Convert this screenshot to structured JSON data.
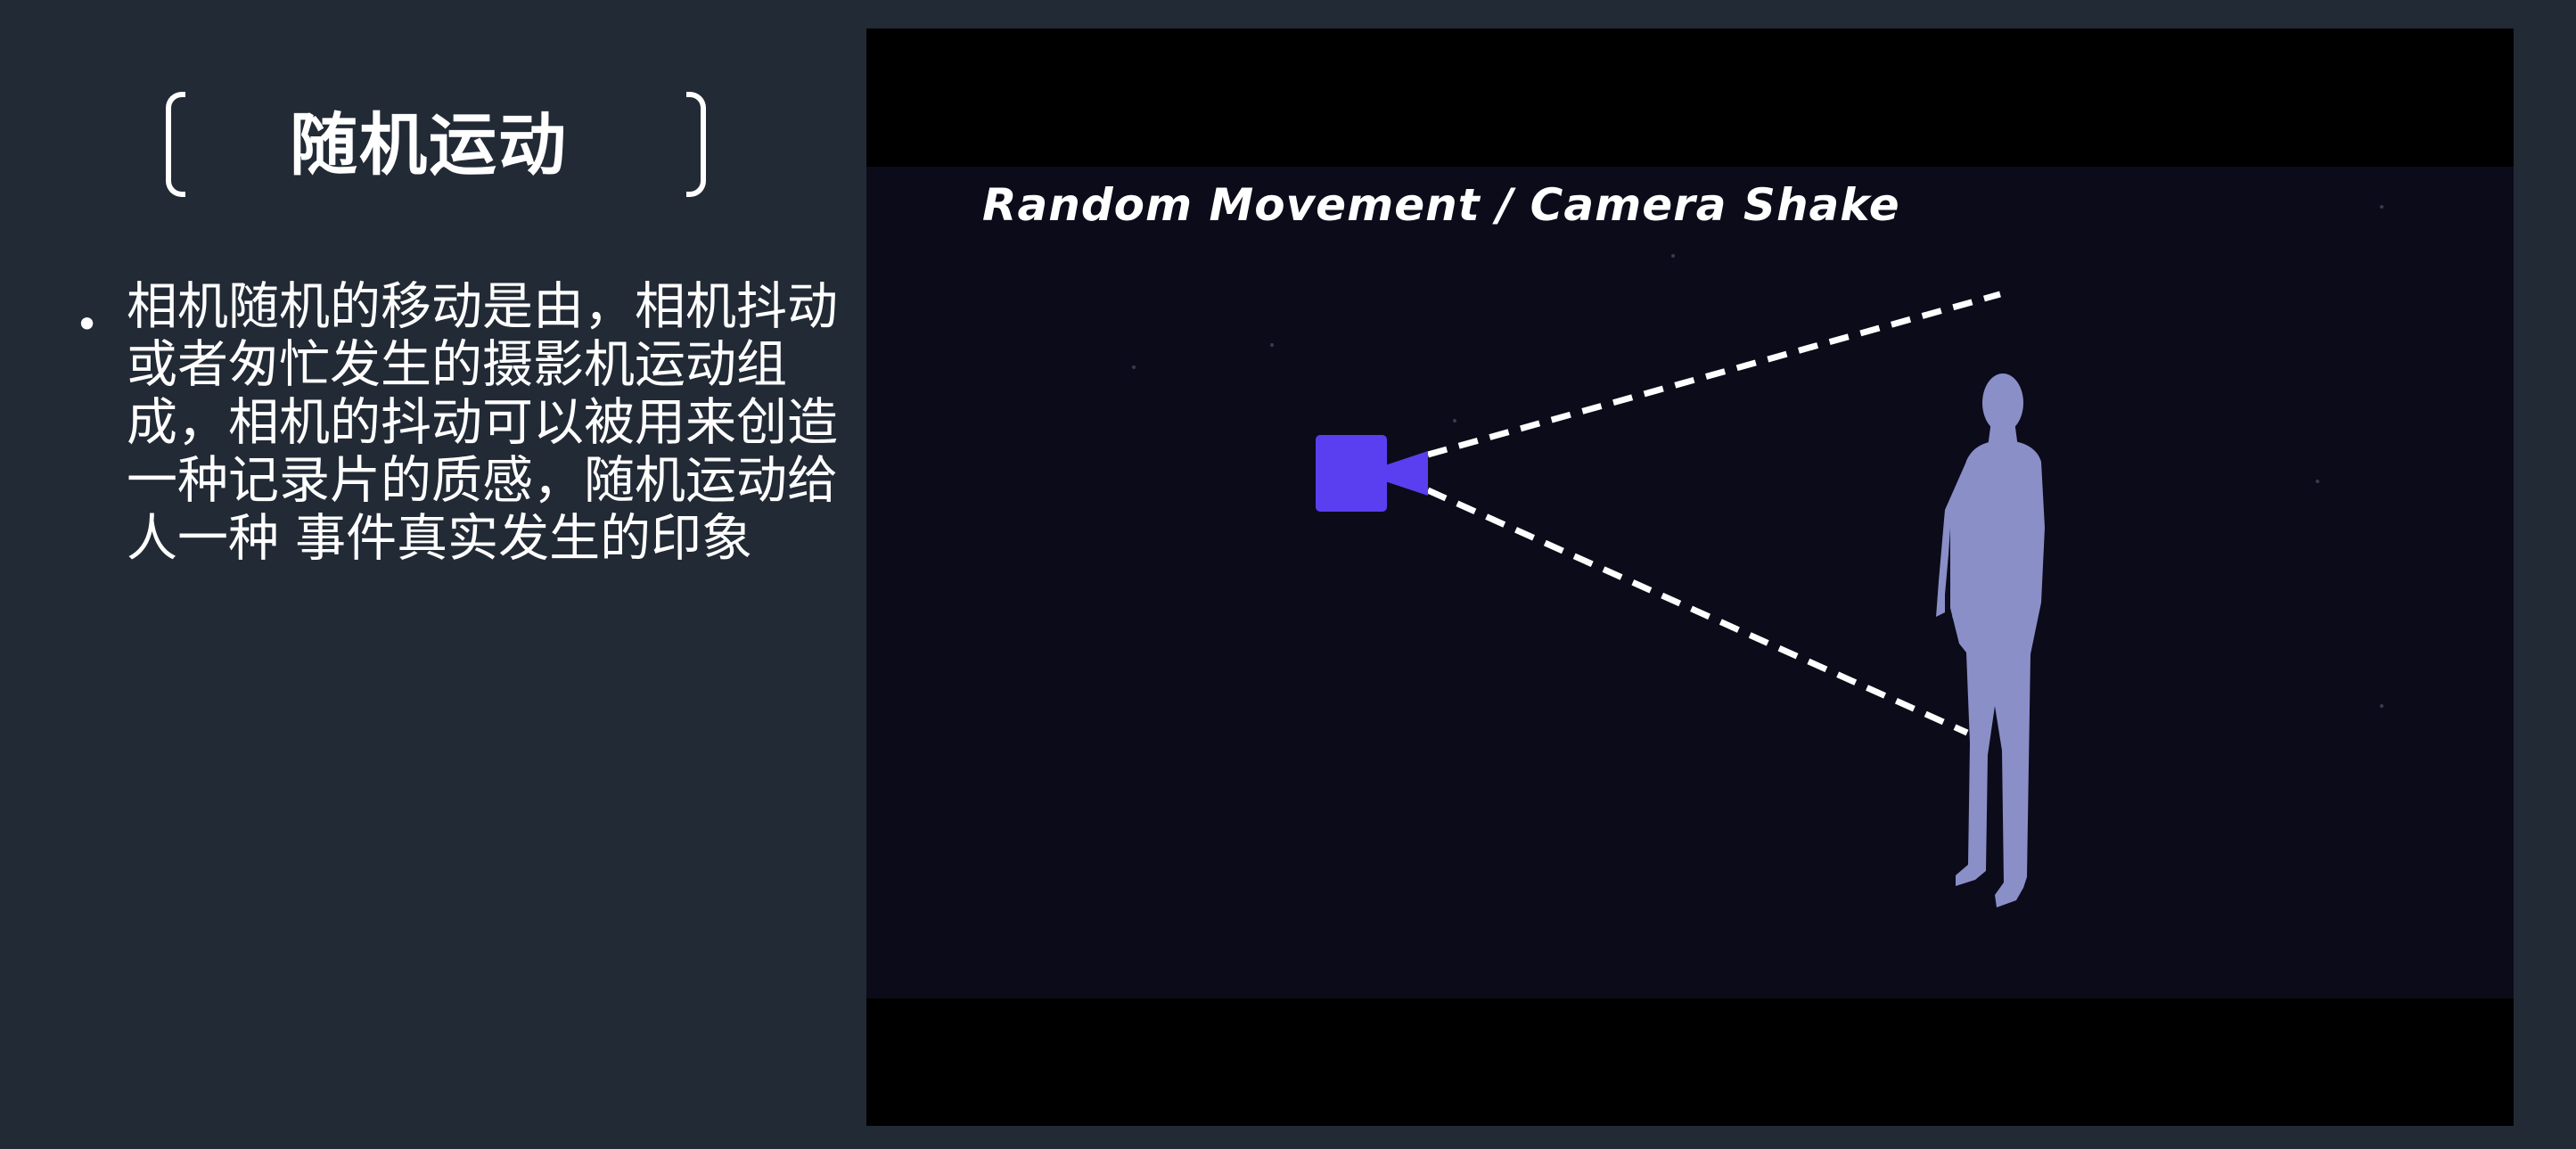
{
  "slide": {
    "title": "随机运动",
    "bullet_text": "相机随机的移动是由，相机抖动或者匆忙发生的摄影机运动组成，相机的抖动可以被用来创造一种记录片的质感，随机运动给人一种 事件真实发生的印象",
    "bullet_marker": "•"
  },
  "video": {
    "caption": "Random Movement / Camera Shake",
    "camera_color": "#5a3ff0",
    "person_color": "#8a8fc8",
    "icons": [
      "camera-icon",
      "person-silhouette-icon"
    ]
  },
  "colors": {
    "background": "#222a35",
    "text": "#ffffff",
    "video_letterbox": "#000000",
    "video_scene": "#0c0b1a"
  }
}
